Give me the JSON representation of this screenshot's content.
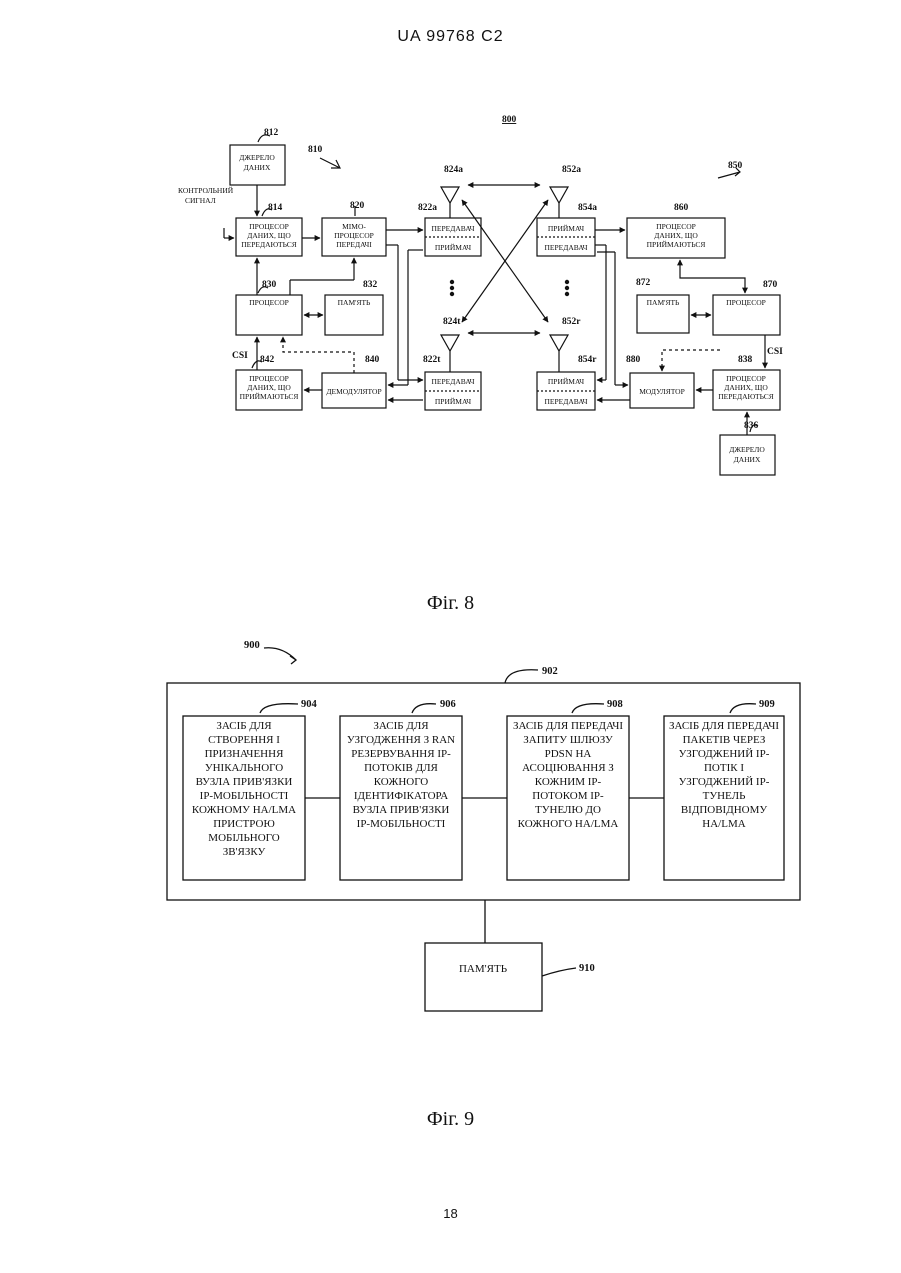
{
  "header": "UA   99768   C2",
  "page_number": "18",
  "fig8": {
    "caption": "Фіг. 8",
    "ref_main": "800",
    "ref_810": "810",
    "ref_850": "850",
    "control_signal": [
      "КОНТРОЛЬНИЙ",
      "СИГНАЛ"
    ],
    "csi_left": "CSI",
    "csi_right": "CSI",
    "blocks": {
      "b812": {
        "ref": "812",
        "lines": [
          "ДЖЕРЕЛО",
          "ДАНИХ"
        ]
      },
      "b814": {
        "ref": "814",
        "lines": [
          "ПРОЦЕСОР",
          "ДАНИХ, ЩО",
          "ПЕРЕДАЮТЬСЯ"
        ]
      },
      "b820": {
        "ref": "820",
        "lines": [
          "МІМО-",
          "ПРОЦЕСОР",
          "ПЕРЕДАЧІ"
        ]
      },
      "b830": {
        "ref": "830",
        "lines": [
          "ПРОЦЕСОР"
        ]
      },
      "b832": {
        "ref": "832",
        "lines": [
          "ПАМ'ЯТЬ"
        ]
      },
      "b842": {
        "ref": "842",
        "lines": [
          "ПРОЦЕСОР",
          "ДАНИХ, ЩО",
          "ПРИЙМАЮТЬСЯ"
        ]
      },
      "b840": {
        "ref": "840",
        "lines": [
          "ДЕМОДУЛЯТОР"
        ]
      },
      "b822a": {
        "ref": "822a",
        "top": "ПЕРЕДАВАЧ",
        "bottom": "ПРИЙМАЧ"
      },
      "b822t": {
        "ref": "822t",
        "top": "ПЕРЕДАВАЧ",
        "bottom": "ПРИЙМАЧ"
      },
      "b854a": {
        "ref": "854a",
        "top": "ПРИЙМАЧ",
        "bottom": "ПЕРЕДАВАЧ"
      },
      "b854r": {
        "ref": "854r",
        "top": "ПРИЙМАЧ",
        "bottom": "ПЕРЕДАВАЧ"
      },
      "b860": {
        "ref": "860",
        "lines": [
          "ПРОЦЕСОР",
          "ДАНИХ, ЩО",
          "ПРИЙМАЮТЬСЯ"
        ]
      },
      "b872": {
        "ref": "872",
        "lines": [
          "ПАМ'ЯТЬ"
        ]
      },
      "b870": {
        "ref": "870",
        "lines": [
          "ПРОЦЕСОР"
        ]
      },
      "b880": {
        "ref": "880",
        "lines": [
          "МОДУЛЯТОР"
        ]
      },
      "b838": {
        "ref": "838",
        "lines": [
          "ПРОЦЕСОР",
          "ДАНИХ, ЩО",
          "ПЕРЕДАЮТЬСЯ"
        ]
      },
      "b836": {
        "ref": "836",
        "lines": [
          "ДЖЕРЕЛО",
          "ДАНИХ"
        ]
      }
    },
    "antennas": {
      "a824a": "824a",
      "a824t": "824t",
      "a852a": "852a",
      "a852r": "852r"
    }
  },
  "fig9": {
    "caption": "Фіг. 9",
    "ref_main": "900",
    "ref_outer": "902",
    "boxes": [
      {
        "ref": "904",
        "lines": [
          "ЗАСІБ ДЛЯ",
          "СТВОРЕННЯ І",
          "ПРИЗНАЧЕННЯ",
          "УНІКАЛЬНОГО",
          "ВУЗЛА ПРИВ'ЯЗКИ",
          "IP-МОБІЛЬНОСТІ",
          "КОЖНОМУ НА/LMA",
          "ПРИСТРОЮ",
          "МОБІЛЬНОГО",
          "ЗВ'ЯЗКУ"
        ]
      },
      {
        "ref": "906",
        "lines": [
          "ЗАСІБ ДЛЯ",
          "УЗГОДЖЕННЯ З RAN",
          "РЕЗЕРВУВАННЯ IP-",
          "ПОТОКІВ ДЛЯ",
          "КОЖНОГО",
          "ІДЕНТИФІКАТОРА",
          "ВУЗЛА ПРИВ'ЯЗКИ",
          "IP-МОБІЛЬНОСТІ"
        ]
      },
      {
        "ref": "908",
        "lines": [
          "ЗАСІБ ДЛЯ ПЕРЕДАЧІ",
          "ЗАПИТУ ШЛЮЗУ",
          "PDSN НА",
          "АСОЦІЮВАННЯ З",
          "КОЖНИМ IP-",
          "ПОТОКОМ IP-",
          "ТУНЕЛЮ ДО",
          "КОЖНОГО НА/LMA"
        ]
      },
      {
        "ref": "909",
        "lines": [
          "ЗАСІБ ДЛЯ ПЕРЕДАЧІ",
          "ПАКЕТІВ ЧЕРЕЗ",
          "УЗГОДЖЕНИЙ IP-",
          "ПОТІК І",
          "УЗГОДЖЕНИЙ IP-",
          "ТУНЕЛЬ",
          "ВІДПОВІДНОМУ",
          "НА/LMA"
        ]
      }
    ],
    "memory": {
      "ref": "910",
      "label": "ПАМ'ЯТЬ"
    }
  }
}
